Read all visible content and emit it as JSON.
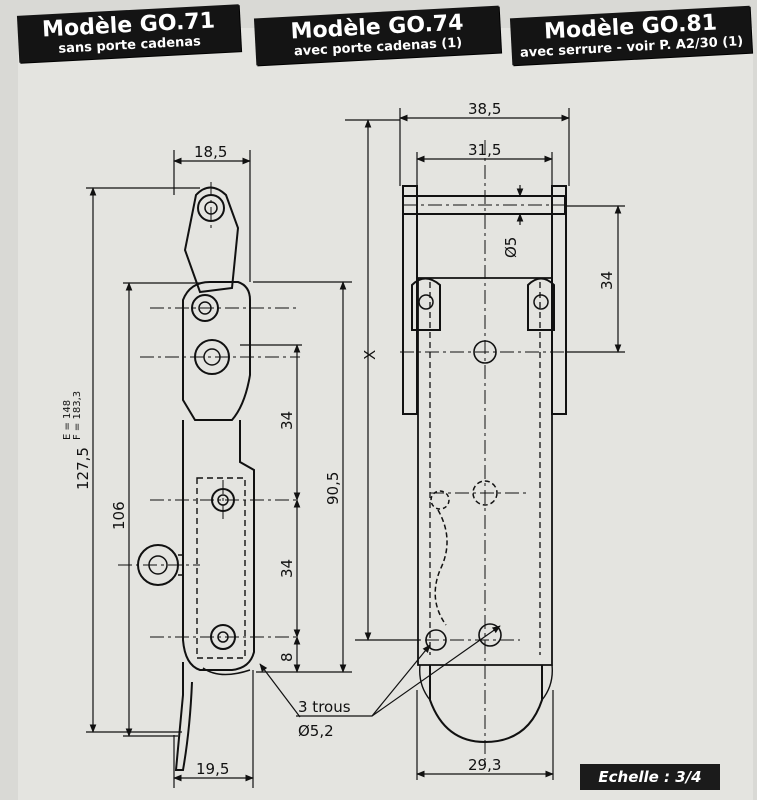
{
  "headers": [
    {
      "title": "Modèle GO.71",
      "subtitle": "sans porte cadenas"
    },
    {
      "title": "Modèle GO.74",
      "subtitle": "avec porte cadenas (1)"
    },
    {
      "title": "Modèle GO.81",
      "subtitle": "avec serrure - voir P. A2/30 (1)"
    }
  ],
  "left_view": {
    "top_width": "18,5",
    "bottom_width": "19,5",
    "total_height": "127,5",
    "height_106": "106",
    "span_90": "90,5",
    "pitch_upper": "34",
    "pitch_lower": "34",
    "bottom_offset": "8",
    "variant_e": "E = 148",
    "variant_f": "F = 183,3"
  },
  "right_view": {
    "outer_width": "38,5",
    "inner_width": "31,5",
    "pin_diameter": "Ø5",
    "pin_height": "34",
    "length_x": "X",
    "bottom_width": "29,3",
    "holes_count": "3 trous",
    "holes_diameter": "Ø5,2"
  },
  "scale": "Echelle : 3/4"
}
